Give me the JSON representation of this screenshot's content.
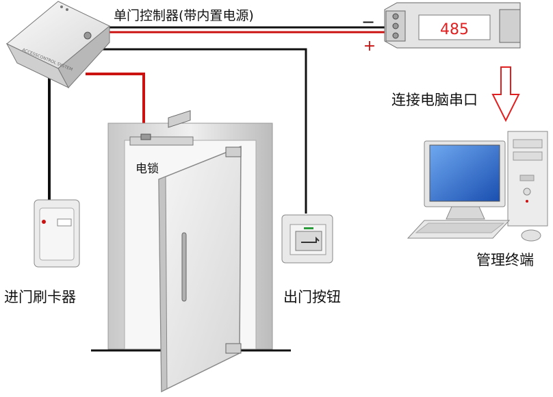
{
  "labels": {
    "controller": "单门控制器(带内置电源)",
    "lock": "电锁",
    "card_reader": "进门刷卡器",
    "exit_button": "出门按钮",
    "pc_connection": "连接电脑串口",
    "management_terminal": "管理终端",
    "converter_display": "485",
    "minus_sign": "−",
    "plus_sign": "+",
    "controller_box_text": "ACCESSCONTROL SYSTEM"
  },
  "colors": {
    "power_wire": "#cc1111",
    "signal_wire": "#111111",
    "converter_digits": "#e02020",
    "arrow_outline": "#e02020",
    "monitor_screen": "#2a6fd6",
    "door_frame": "#dcdcdc",
    "door_glass": "#ececec"
  }
}
